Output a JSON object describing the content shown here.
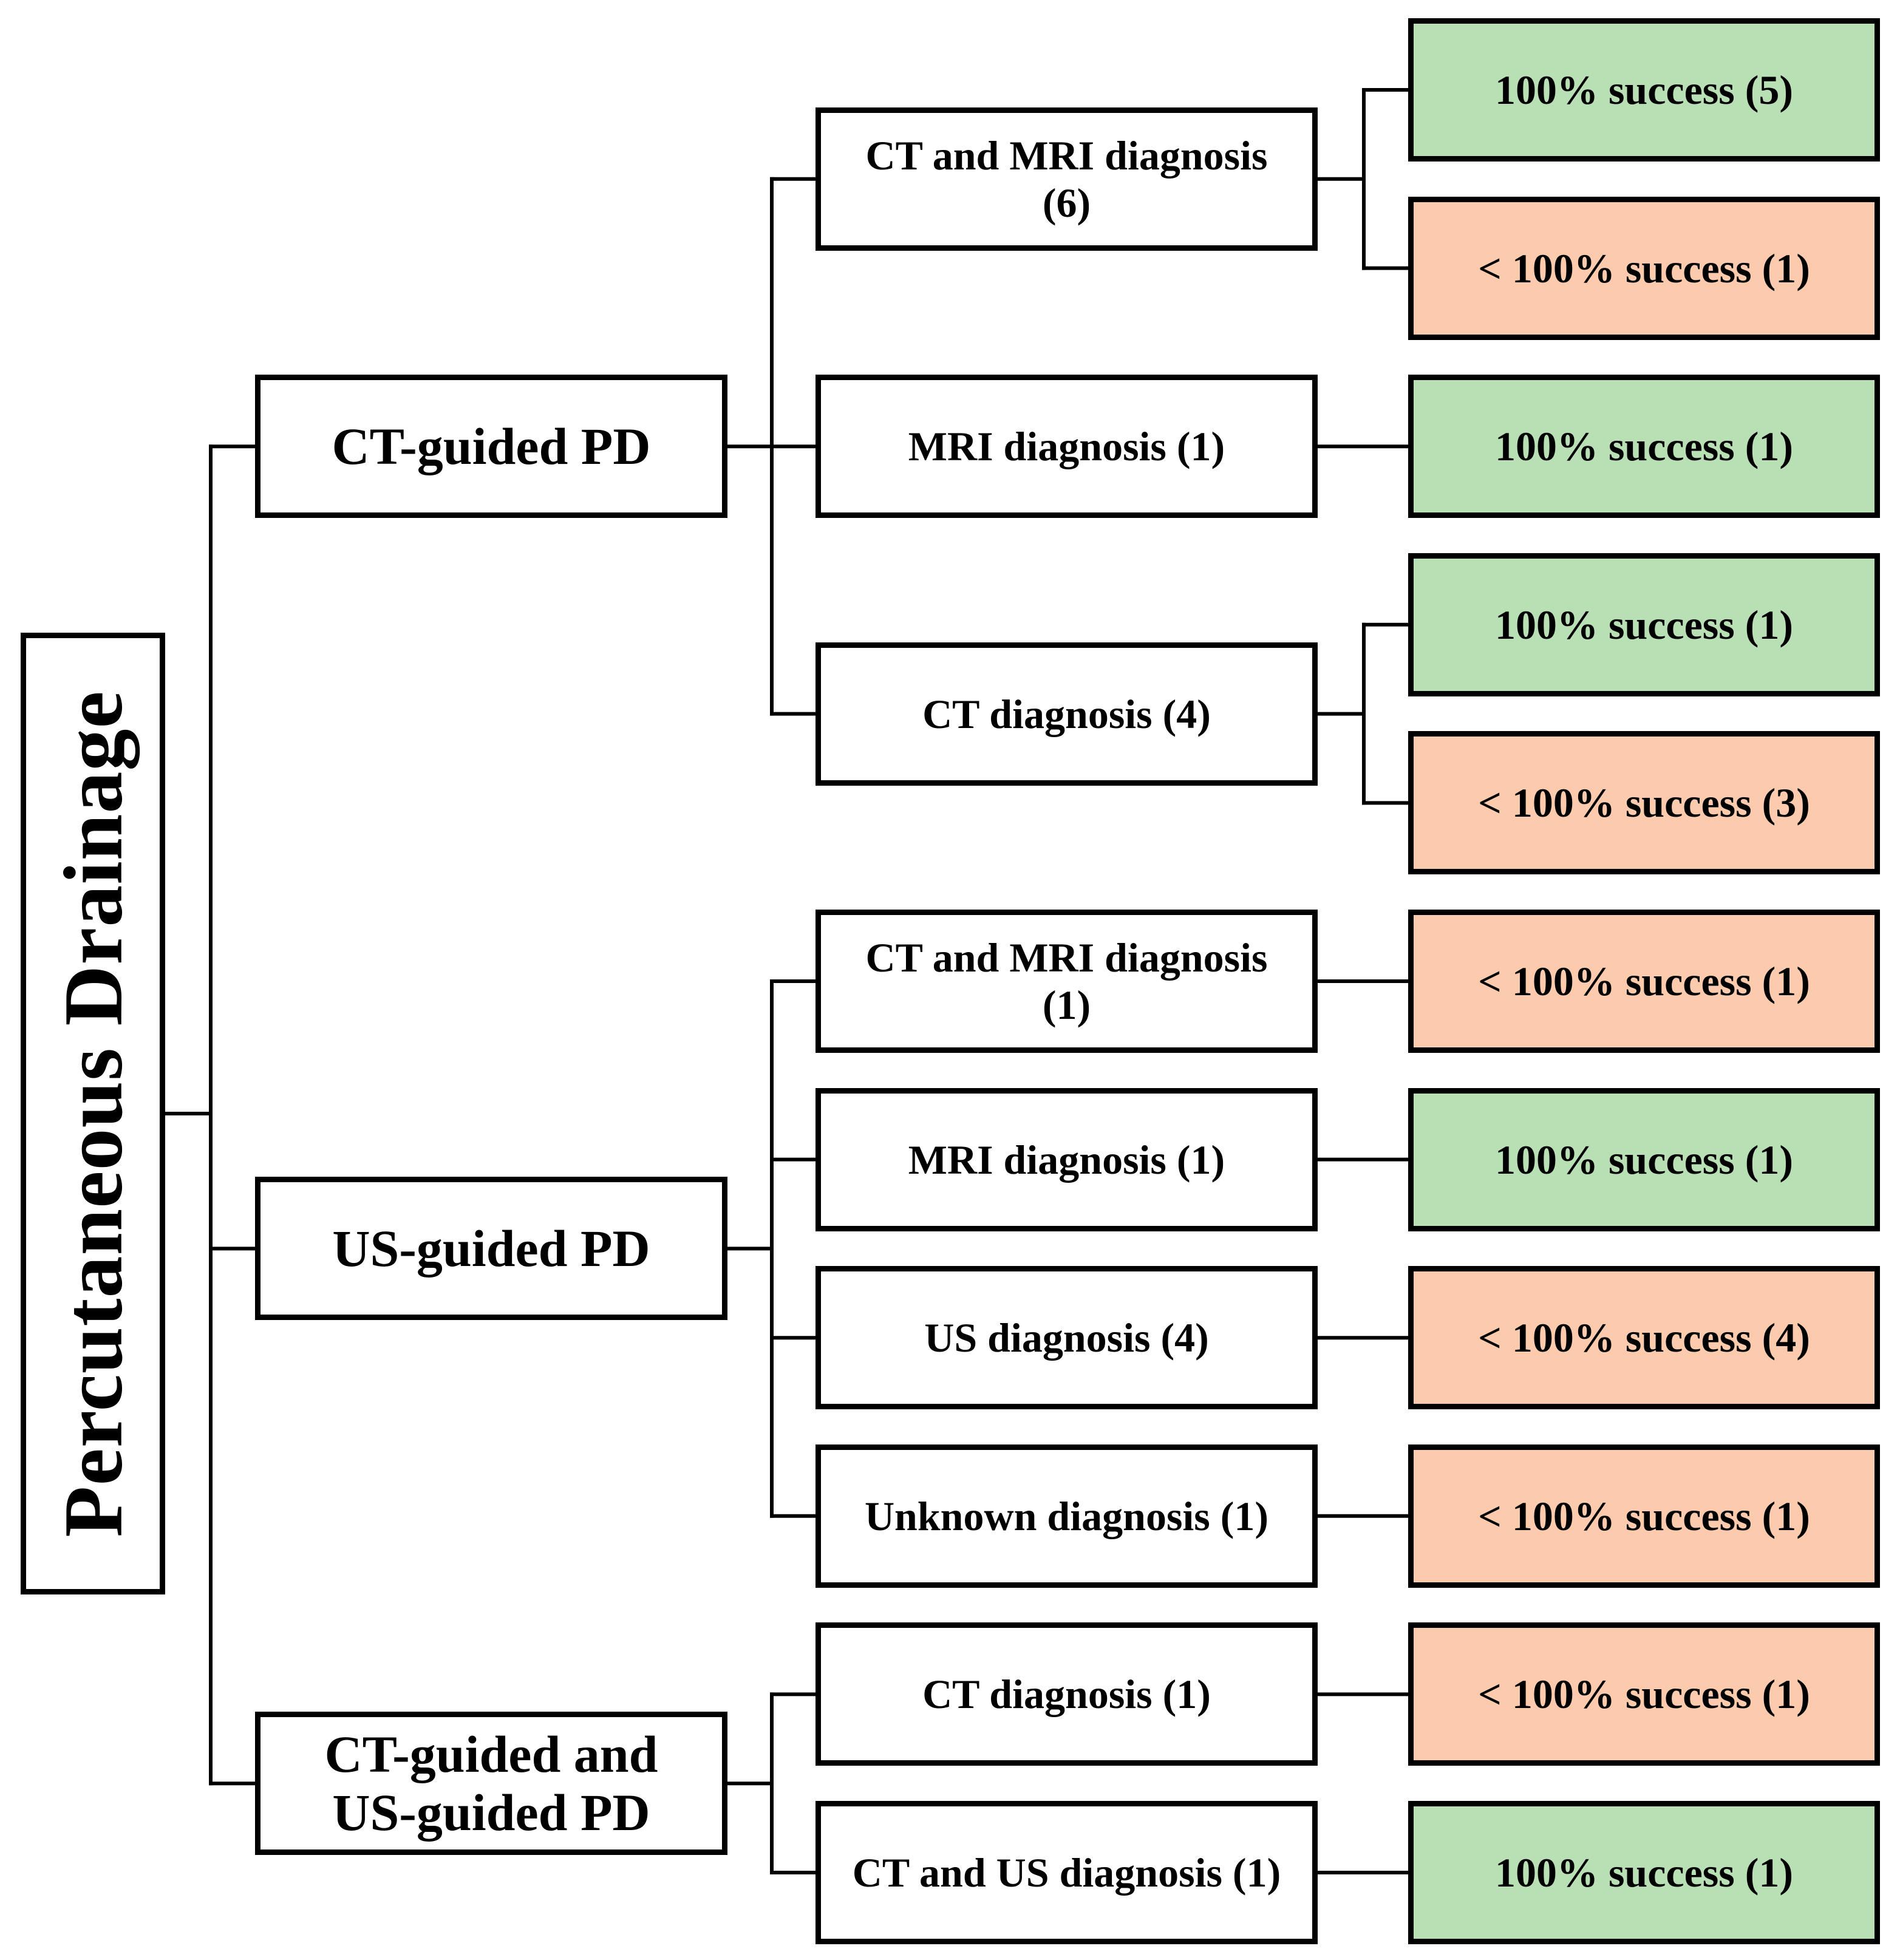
{
  "colors": {
    "success_fill": "#b9e0b4",
    "partial_fill": "#fccbad",
    "line": "#000000",
    "box_fill": "#ffffff"
  },
  "root": {
    "label": "Percutaneous Drainage"
  },
  "methods": [
    {
      "label": "CT-guided PD",
      "diagnoses": [
        {
          "label": "CT and MRI diagnosis\n(6)",
          "outcomes": [
            {
              "label": "100% success (5)",
              "type": "success"
            },
            {
              "label": "< 100% success (1)",
              "type": "partial"
            }
          ]
        },
        {
          "label": "MRI diagnosis (1)",
          "outcomes": [
            {
              "label": "100% success (1)",
              "type": "success"
            }
          ]
        },
        {
          "label": "CT diagnosis (4)",
          "outcomes": [
            {
              "label": "100% success (1)",
              "type": "success"
            },
            {
              "label": "< 100% success (3)",
              "type": "partial"
            }
          ]
        }
      ]
    },
    {
      "label": "US-guided PD",
      "diagnoses": [
        {
          "label": "CT and MRI diagnosis\n(1)",
          "outcomes": [
            {
              "label": "< 100% success (1)",
              "type": "partial"
            }
          ]
        },
        {
          "label": "MRI diagnosis (1)",
          "outcomes": [
            {
              "label": "100% success (1)",
              "type": "success"
            }
          ]
        },
        {
          "label": "US diagnosis (4)",
          "outcomes": [
            {
              "label": "< 100% success (4)",
              "type": "partial"
            }
          ]
        },
        {
          "label": "Unknown diagnosis (1)",
          "outcomes": [
            {
              "label": "< 100% success (1)",
              "type": "partial"
            }
          ]
        }
      ]
    },
    {
      "label": "CT-guided and\nUS-guided PD",
      "diagnoses": [
        {
          "label": "CT diagnosis (1)",
          "outcomes": [
            {
              "label": "< 100% success (1)",
              "type": "partial"
            }
          ]
        },
        {
          "label": "CT and US diagnosis (1)",
          "outcomes": [
            {
              "label": "100% success (1)",
              "type": "success"
            }
          ]
        }
      ]
    }
  ]
}
